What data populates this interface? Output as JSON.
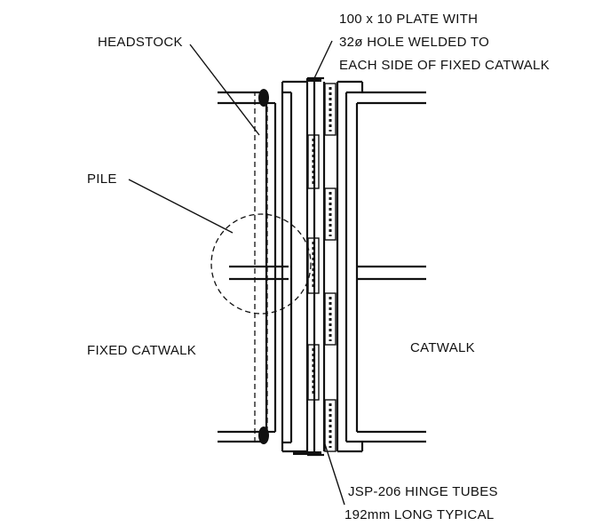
{
  "labels": {
    "headstock": "HEADSTOCK",
    "plate_1": "100 x 10 PLATE WITH",
    "plate_2": "32ø HOLE WELDED TO",
    "plate_3": "EACH SIDE OF FIXED CATWALK",
    "pile": "PILE",
    "fixed_catwalk": "FIXED CATWALK",
    "catwalk": "CATWALK",
    "hinge_1": "JSP-206 HINGE TUBES",
    "hinge_2": "192mm LONG TYPICAL"
  },
  "colors": {
    "ink": "#111111",
    "background": "#ffffff"
  }
}
